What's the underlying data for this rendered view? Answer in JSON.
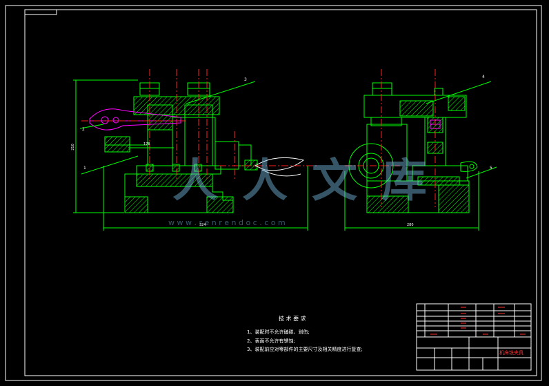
{
  "colors": {
    "background": "#000000",
    "frame": "#ffffff",
    "outline": "#00ff00",
    "centerline": "#ff2020",
    "hatch": "#00ff00",
    "handle": "#ff00ff",
    "leader": "#00ff00",
    "dimension_text": "#ffffff",
    "title_block_red": "#ff3030"
  },
  "callouts": [
    "1",
    "2",
    "3",
    "4",
    "5"
  ],
  "dimensions": {
    "total_width_front": "324",
    "total_width_side": "280",
    "height": "210",
    "inner": "178"
  },
  "tech_requirements": {
    "title": "技 术 要 求",
    "items": [
      "1、装配时不允许磕碰、划伤;",
      "2、表面不允许有锈蚀;",
      "3、装配前应对零部件的主要尺寸及相关精度进行复查;"
    ]
  },
  "title_block": {
    "drawing_name": "机床铣夹具"
  },
  "watermark": {
    "brand": "人 人 文 库",
    "url": "w w w . r e n r e n d o c . c o m"
  }
}
